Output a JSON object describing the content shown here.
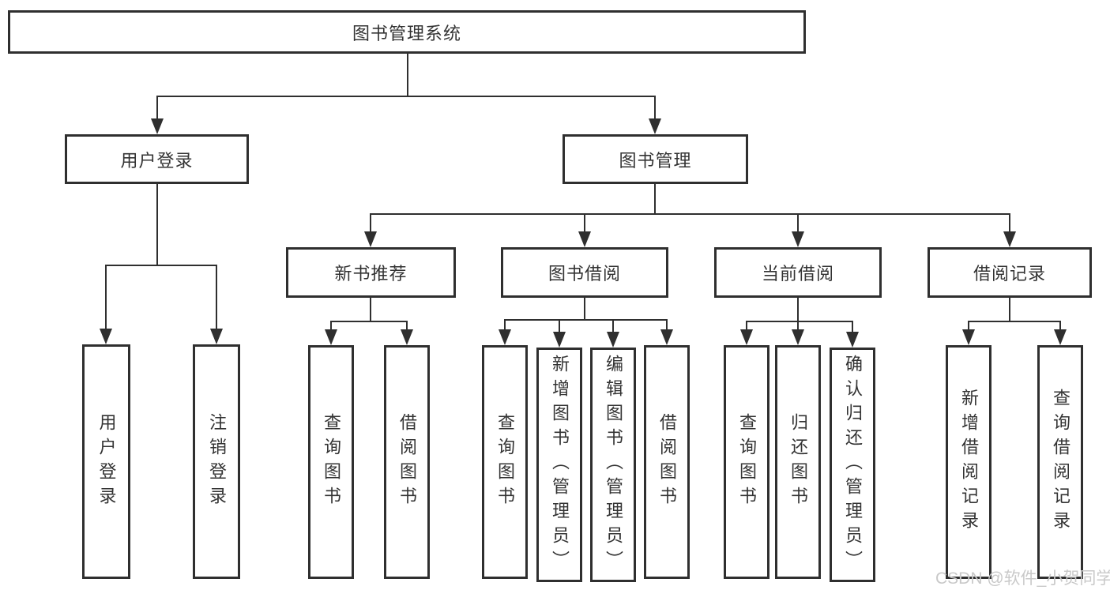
{
  "colors": {
    "line": "#2f2f2f",
    "border": "#2f2f2f",
    "text": "#333333",
    "watermark": "#c9c9c9",
    "background": "#ffffff"
  },
  "watermark": {
    "text": "CSDN @软件_小贺同学"
  },
  "tree": {
    "label": "图书管理系统",
    "children": [
      {
        "label": "用户登录",
        "children": [
          {
            "label": "用户登录"
          },
          {
            "label": "注销登录"
          }
        ]
      },
      {
        "label": "图书管理",
        "children": [
          {
            "label": "新书推荐",
            "children": [
              {
                "label": "查询图书"
              },
              {
                "label": "借阅图书"
              }
            ]
          },
          {
            "label": "图书借阅",
            "children": [
              {
                "label": "查询图书"
              },
              {
                "label": "新增图书（管理员）"
              },
              {
                "label": "编辑图书（管理员）"
              },
              {
                "label": "借阅图书"
              }
            ]
          },
          {
            "label": "当前借阅",
            "children": [
              {
                "label": "查询图书"
              },
              {
                "label": "归还图书"
              },
              {
                "label": "确认归还（管理员）"
              }
            ]
          },
          {
            "label": "借阅记录",
            "children": [
              {
                "label": "新增借阅记录"
              },
              {
                "label": "查询借阅记录"
              }
            ]
          }
        ]
      }
    ]
  }
}
